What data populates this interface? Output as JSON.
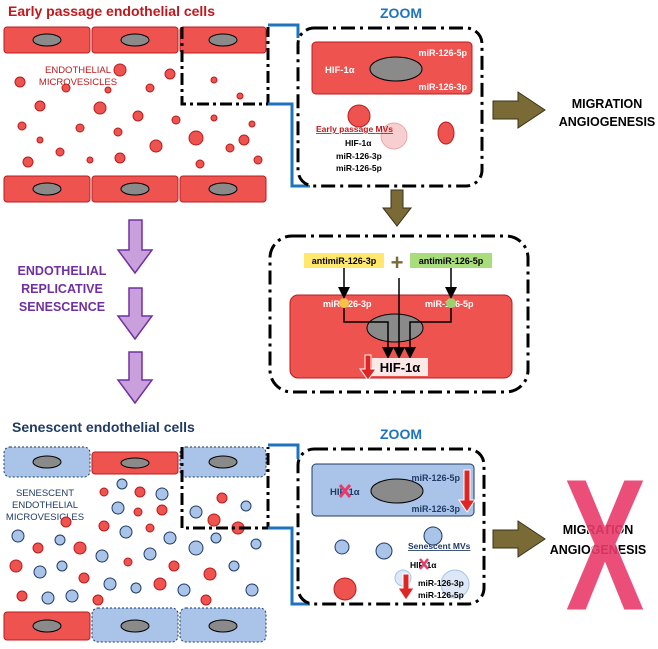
{
  "top": {
    "title": "Early passage endothelial cells",
    "zoom": "ZOOM",
    "mv_label_line1": "ENDOTHELIAL",
    "mv_label_line2": "MICROVESICLES",
    "zoom_cell": {
      "hif": "HIF-1α",
      "mir5p": "miR-126-5p",
      "mir3p": "miR-126-3p"
    },
    "mv_box": {
      "title": "Early passage MVs",
      "hif": "HIF-1α",
      "mir3p": "miR-126-3p",
      "mir5p": "miR-126-5p"
    },
    "outcome_line1": "MIGRATION",
    "outcome_line2": "ANGIOGENESIS"
  },
  "middle": {
    "senescence_line1": "ENDOTHELIAL",
    "senescence_line2": "REPLICATIVE",
    "senescence_line3": "SENESCENCE",
    "anti3p": "antimiR-126-3p",
    "anti5p": "antimiR-126-5p",
    "plus": "+",
    "cell_mir3p": "miR-126-3p",
    "cell_mir5p": "miR-126-5p",
    "cell_hif": "HIF-1α"
  },
  "bottom": {
    "title": "Senescent endothelial cells",
    "zoom": "ZOOM",
    "mv_label_line1": "SENESCENT",
    "mv_label_line2": "ENDOTHELIAL",
    "mv_label_line3": "MICROVESICLES",
    "zoom_cell": {
      "hif": "HIF-1α",
      "mir5p": "miR-126-5p",
      "mir3p": "miR-126-3p"
    },
    "mv_box": {
      "title": "Senescent MVs",
      "hif": "HIF-1α",
      "mir3p": "miR-126-3p",
      "mir5p": "miR-126-5p"
    },
    "outcome_line1": "MIGRATION",
    "outcome_line2": "ANGIOGENESIS"
  },
  "colors": {
    "cell_red": "#ef5350",
    "cell_red_border": "#b71c1c",
    "cell_blue": "#a9c4e8",
    "cell_blue_border": "#1f3b66",
    "nucleus": "#8a8a8a",
    "title_red": "#c0181c",
    "title_blue": "#1f3b66",
    "zoom_blue": "#1e73be",
    "purple": "#7030a0",
    "arrow_olive": "#7a6a35",
    "anti_yellow": "#ffe86b",
    "anti_green": "#a9dc7a",
    "cross_pink": "#e83b6b"
  }
}
